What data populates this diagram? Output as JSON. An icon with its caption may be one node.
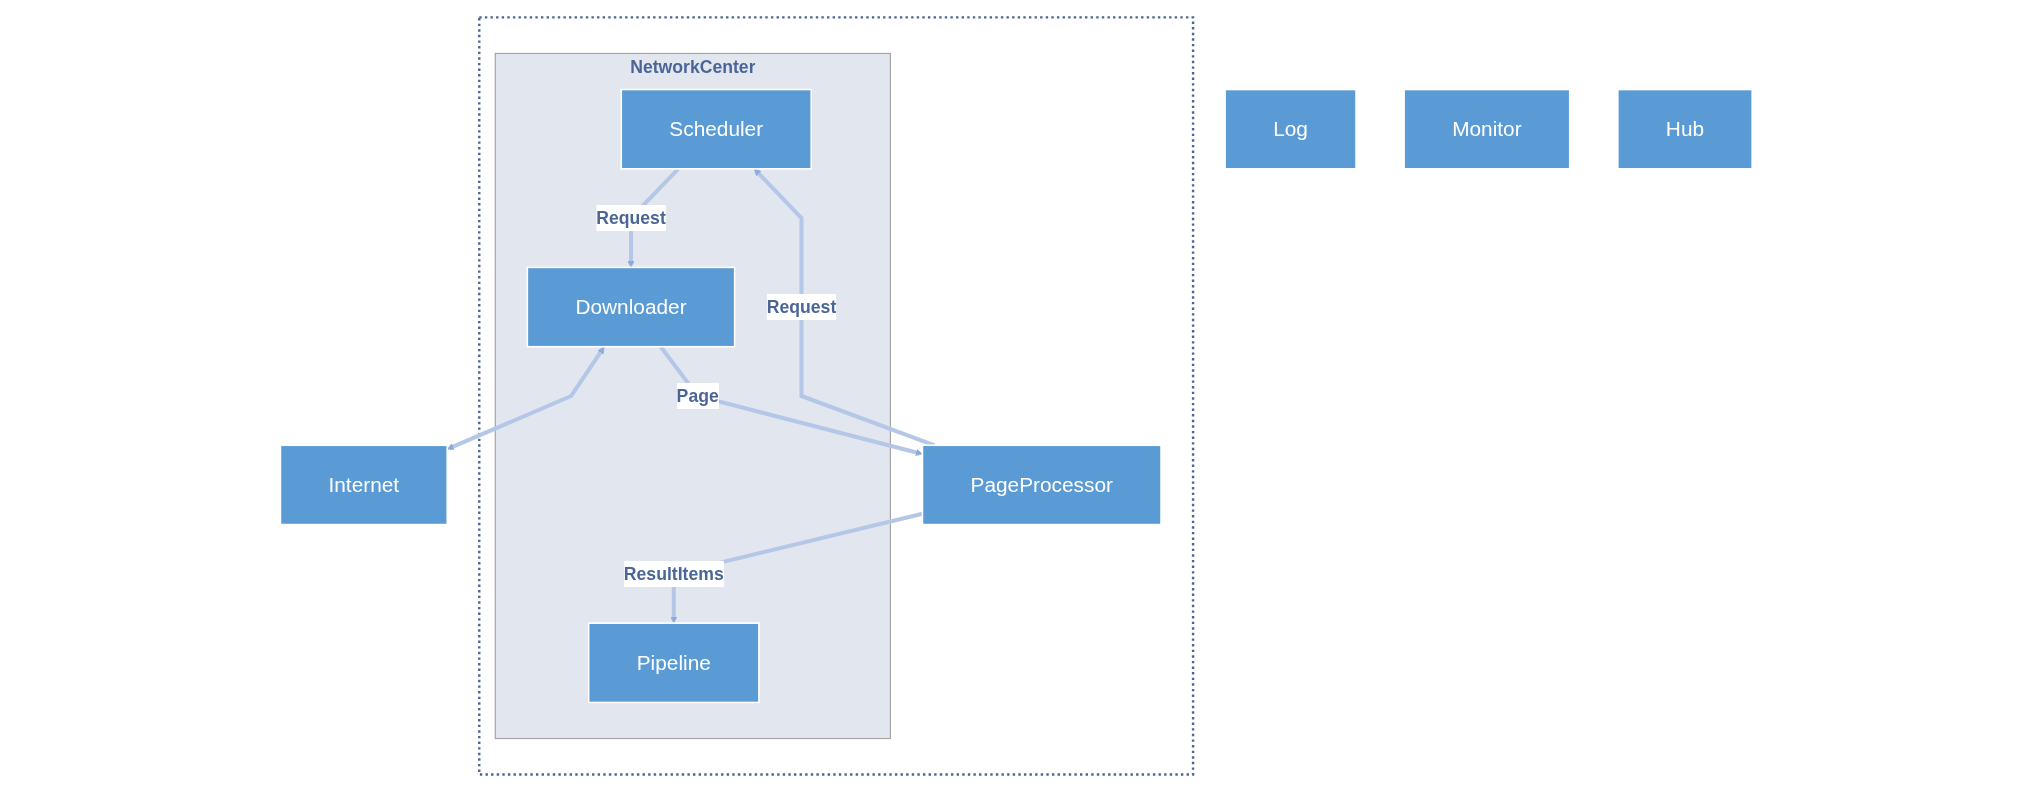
{
  "diagram": {
    "nodes": [
      {
        "text": [],
        "shape": "box"
      },
      {
        "text": [
          "NetworkCenter"
        ],
        "in": 0
      },
      {
        "text": [
          "Pipeline"
        ],
        "in": 1
      },
      {
        "text": [
          "Scheduler"
        ],
        "in": 1
      },
      {
        "text": [
          "Downloader"
        ],
        "in": 1
      },
      {
        "text": [
          "Internet"
        ]
      },
      {
        "text": [
          "PageProcessor"
        ],
        "in": 0
      },
      {
        "text": [
          "Log"
        ]
      },
      {
        "text": [
          "Monitor"
        ]
      },
      {
        "text": [
          "Hub"
        ]
      }
    ],
    "edges": [
      {
        "from": 3,
        "to": 4,
        "arrow": "to",
        "label": "Request"
      },
      {
        "from": 4,
        "to": 5,
        "arrow": "both"
      },
      {
        "from": 4,
        "to": 6,
        "arrow": "to",
        "label": "Page"
      },
      {
        "from": 6,
        "to": 3,
        "arrow": "to",
        "label": "Request"
      },
      {
        "from": 6,
        "to": 2,
        "arrow": "to",
        "label": "ResultItems"
      }
    ]
  }
}
